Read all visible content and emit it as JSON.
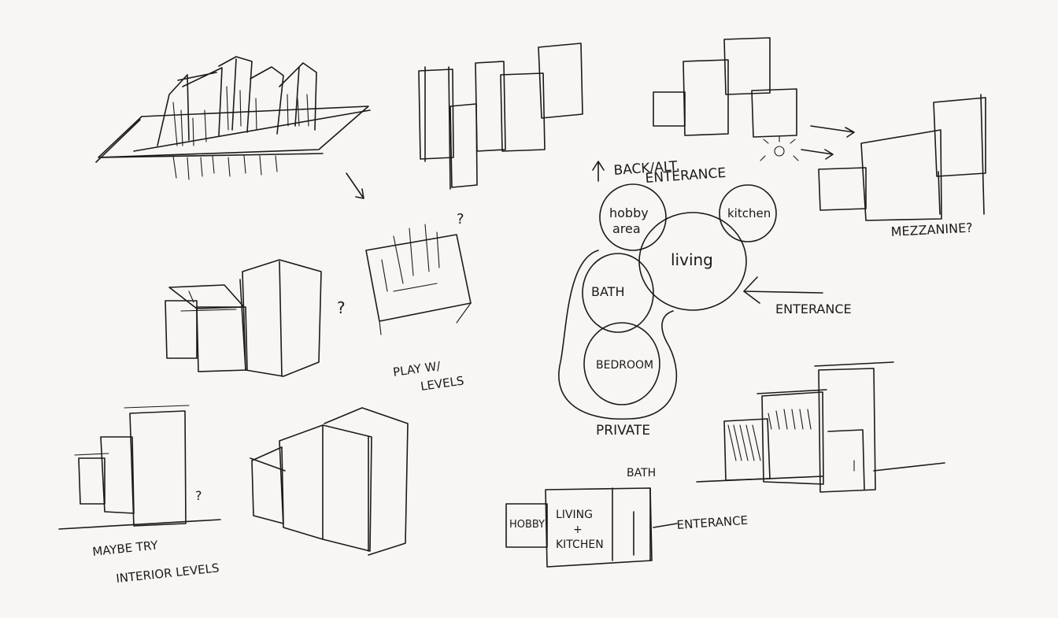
{
  "labels": {
    "back_entrance_line1": "BACK/ALT.",
    "back_entrance_line2": "ENTERANCE",
    "hobby_line1": "hobby",
    "hobby_line2": "area",
    "kitchen": "kitchen",
    "living": "living",
    "bath_bubble": "BATH",
    "bedroom": "BEDROOM",
    "private": "PRIVATE",
    "entrance_bubble": "ENTERANCE",
    "mezzanine": "MEZZANINE?",
    "play_line1": "PLAY W/",
    "play_line2": "LEVELS",
    "question_mark": "?",
    "maybe_line1": "MAYBE TRY",
    "maybe_line2": "INTERIOR LEVELS",
    "plan_bath": "BATH",
    "plan_hobby": "HOBBY",
    "plan_living": "LIVING",
    "plan_plus": "+",
    "plan_kitchen": "KITCHEN",
    "plan_entrance": "ENTERANCE"
  },
  "colors": {
    "ink": "#1a1a1a",
    "paper": "#f7f6f4"
  }
}
